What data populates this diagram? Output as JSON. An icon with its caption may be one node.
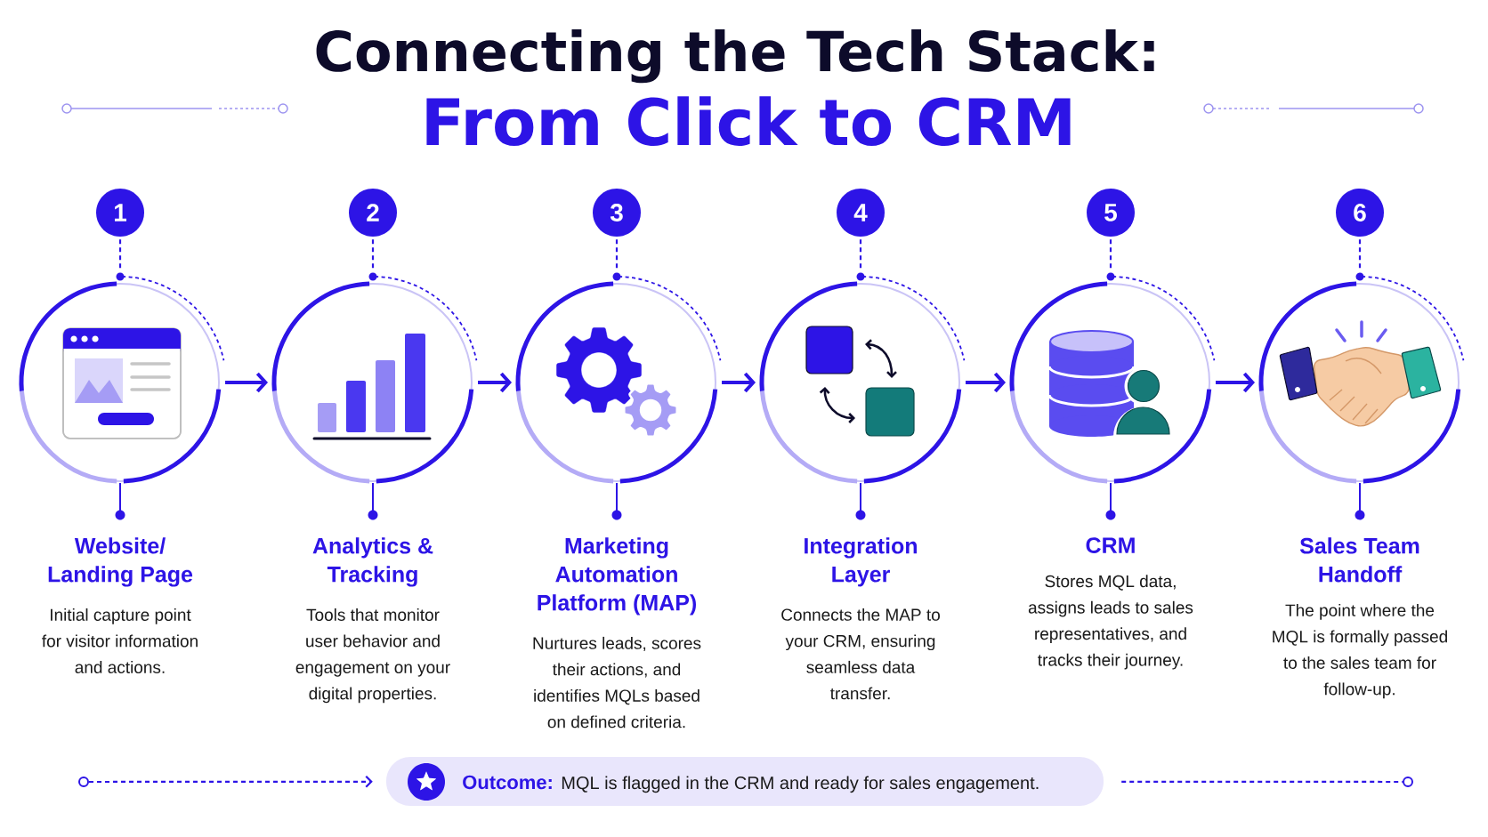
{
  "diagram": {
    "title": "Connecting the Tech Stack:",
    "nodes": [
      {
        "text": [
          "1"
        ]
      },
      {
        "text": [
          "2"
        ]
      },
      {
        "text": [
          "3"
        ]
      },
      {
        "text": [
          "4"
        ]
      },
      {
        "text": [
          "5"
        ]
      },
      {
        "text": [
          "6"
        ]
      },
      {
        "text": [
          "Website/ Landing Page",
          "Initial capture point for visitor information and actions."
        ]
      },
      {
        "text": [
          "Analytics & Tracking",
          "Tools that monitor user behavior and engagement on your digital properties."
        ]
      },
      {
        "text": [
          "Marketing Automation Platform (MAP)",
          "Nurtures leads, scores their actions, and identifies MQLs based on defined criteria."
        ]
      },
      {
        "text": [
          "Integration Layer",
          "Connects the MAP to your CRM, ensuring seamless data transfer."
        ]
      },
      {
        "text": [
          "CRM",
          "Stores MQL data, assigns leads to sales representatives, and tracks their journey."
        ]
      },
      {
        "text": [
          "Sales Team Handoff",
          "The point where the MQL is formally passed to the sales team for follow-up."
        ]
      },
      {
        "text": [],
        "shape": "circle"
      },
      {
        "text": [
          "Outcome:",
          "MQL is flagged in the CRM and ready for sales engagement."
        ]
      },
      {
        "text": [],
        "shape": "circle"
      }
    ],
    "edges": [
      {
        "from": 0,
        "to": 6,
        "arrow": "none",
        "style": "dashed"
      },
      {
        "from": 1,
        "to": 7,
        "arrow": "none",
        "style": "dashed"
      },
      {
        "from": 2,
        "to": 8,
        "arrow": "none",
        "style": "dashed"
      },
      {
        "from": 3,
        "to": 9,
        "arrow": "none",
        "style": "dashed"
      },
      {
        "from": 4,
        "to": 10,
        "arrow": "none",
        "style": "dashed"
      },
      {
        "from": 5,
        "to": 11,
        "arrow": "none",
        "style": "dashed"
      },
      {
        "from": 6,
        "to": 7,
        "arrow": "to"
      },
      {
        "from": 7,
        "to": 8,
        "arrow": "to"
      },
      {
        "from": 8,
        "to": 9,
        "arrow": "to"
      },
      {
        "from": 9,
        "to": 10,
        "arrow": "to"
      },
      {
        "from": 10,
        "to": 11,
        "arrow": "to"
      },
      {
        "from": 12,
        "to": 13,
        "arrow": "to",
        "style": "dashed"
      },
      {
        "from": 13,
        "to": 14,
        "arrow": "none",
        "style": "dashed"
      }
    ],
    "labels": [
      "From Click to CRM"
    ]
  }
}
